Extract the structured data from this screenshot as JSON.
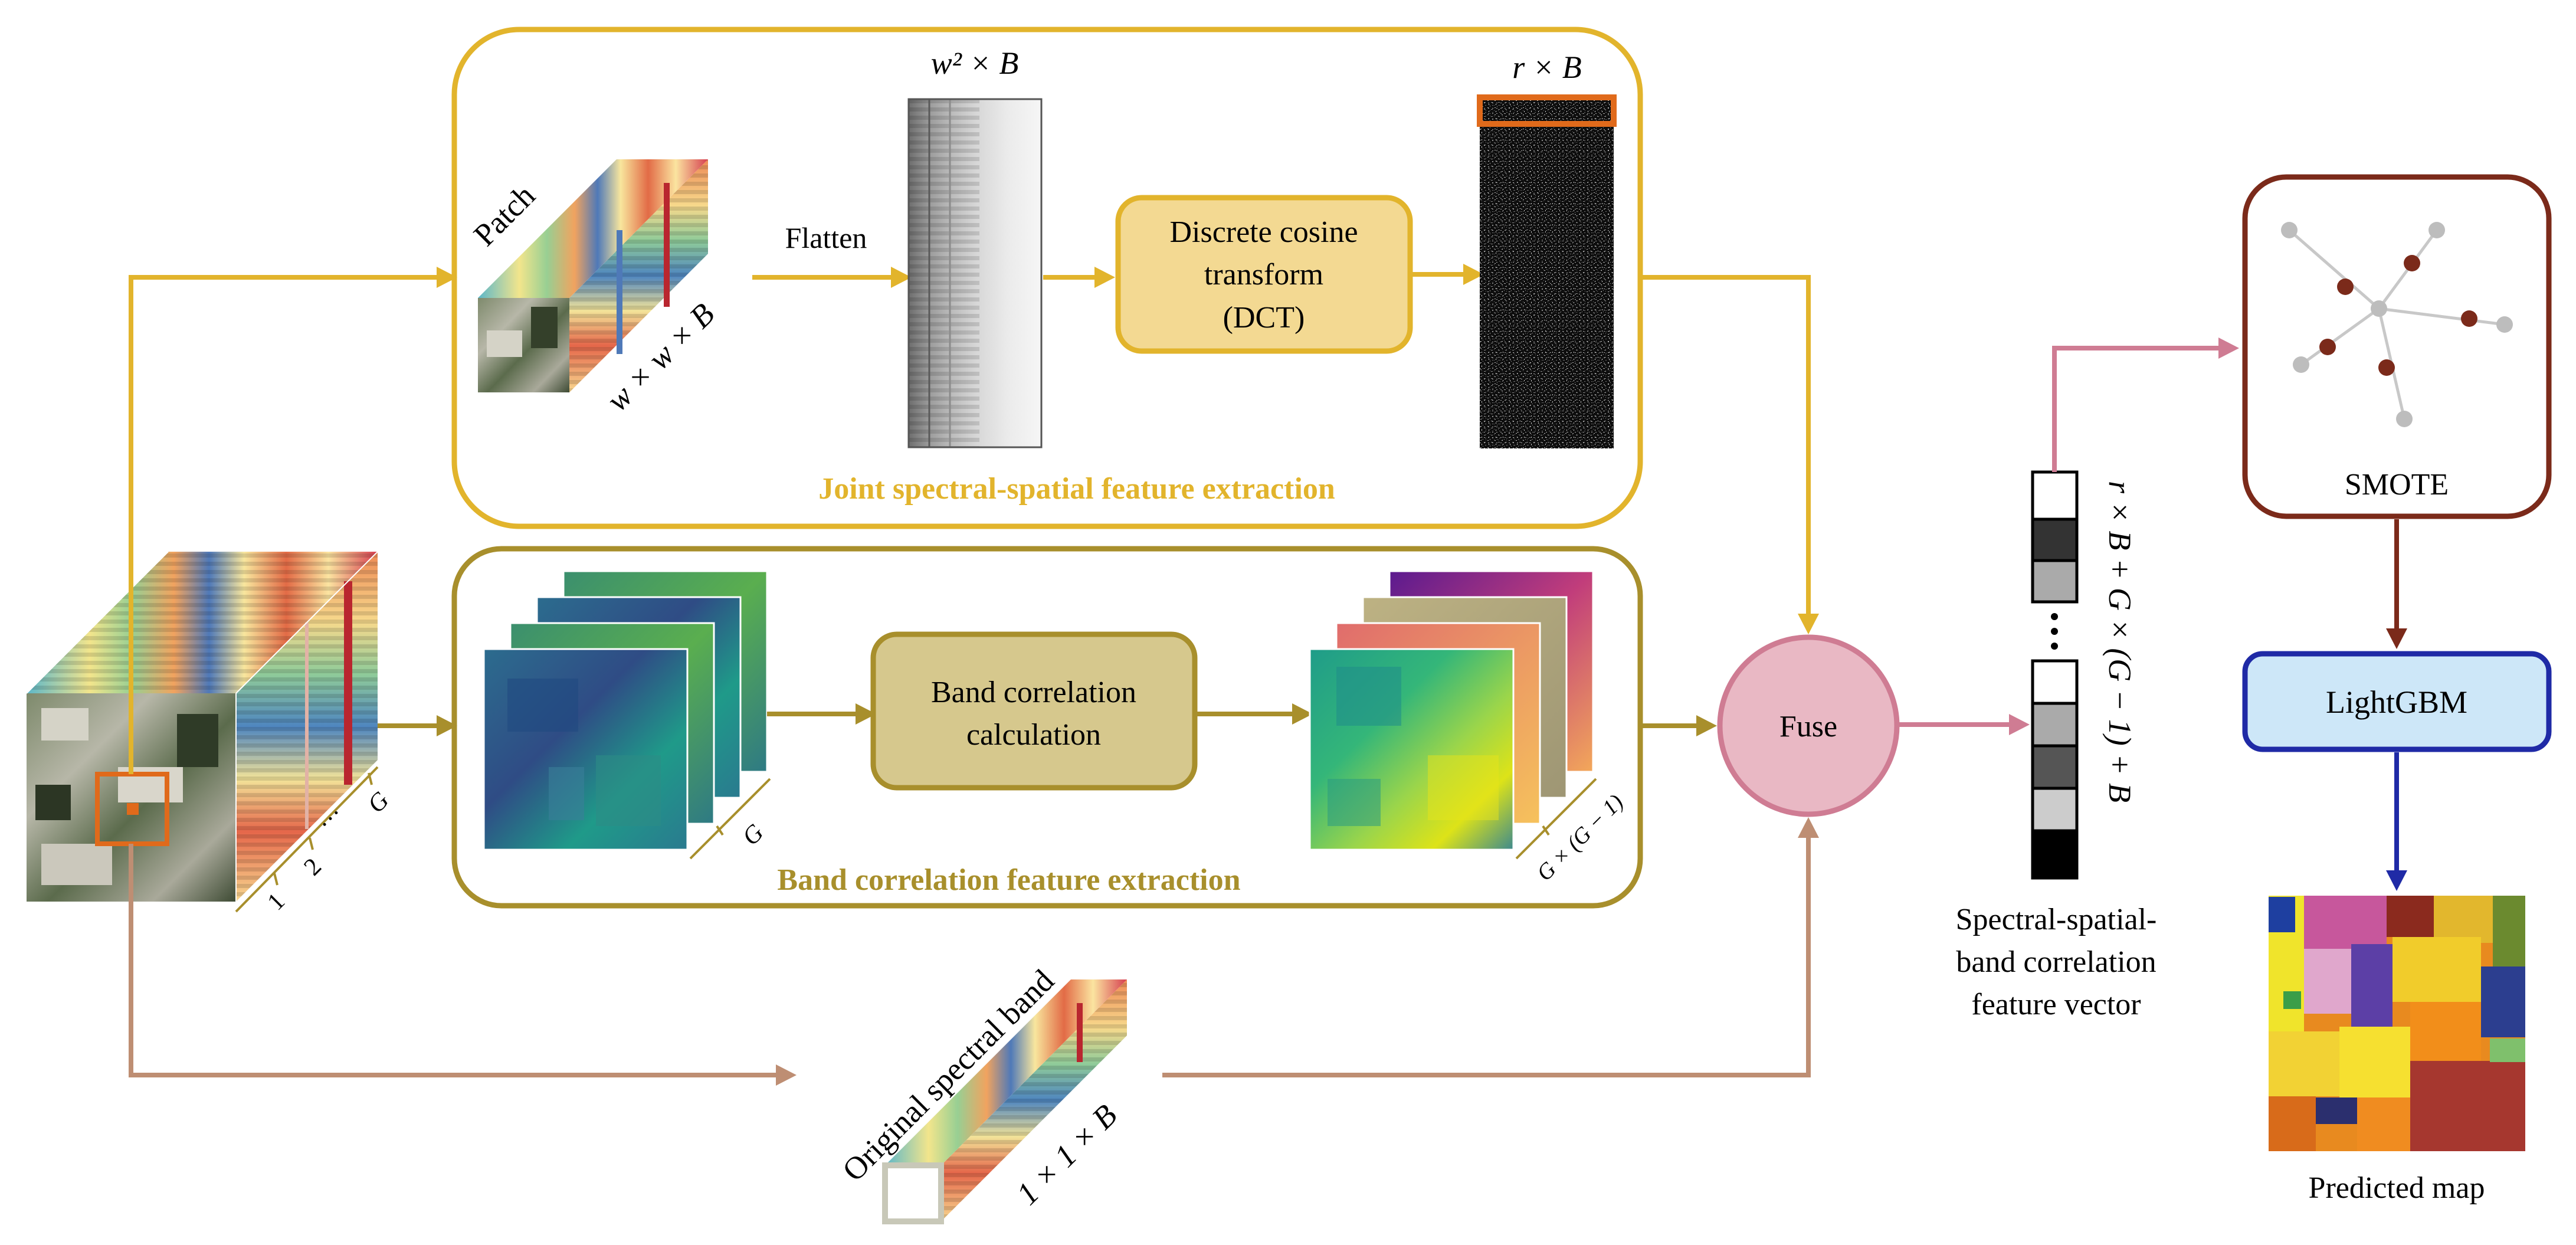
{
  "colors": {
    "gold": "#E2B42C",
    "gold_fill": "#F3D992",
    "olive": "#A88F2C",
    "olive_fill": "#D6C88D",
    "tan": "#BE8E73",
    "pink": "#CF7C93",
    "fuse_fill": "#E9B8C4",
    "brown": "#7B2A1A",
    "navy": "#1F2AA6",
    "lightgbm_fill": "#CDE7F8",
    "orange_highlight": "#E06A1B"
  },
  "icons": {
    "hyperspectral_cube": "hyperspectral-cube-icon",
    "patch_cube": "patch-cube-icon",
    "spectral_matrix": "spectral-matrix-icon",
    "dct_matrix": "dct-matrix-icon",
    "band_images": "band-images-icon",
    "correlation_maps": "correlation-maps-icon",
    "pixel_column": "pixel-column-icon",
    "feature_vector": "feature-vector-icon",
    "smote_graph": "smote-graph-icon",
    "predicted_map": "predicted-map-icon"
  },
  "labels": {
    "cube_tick_1": "1",
    "cube_tick_2": "2",
    "cube_dots": "···",
    "cube_tick_g": "G",
    "patch": "Patch",
    "patch_dims": "w × w × B",
    "flatten": "Flatten",
    "w2b": "w² × B",
    "dct_line1": "Discrete cosine",
    "dct_line2": "transform",
    "dct_line3": "(DCT)",
    "rxb": "r × B",
    "joint_title": "Joint spectral-spatial feature extraction",
    "band_g": "G",
    "band_corr_line1": "Band correlation",
    "band_corr_line2": "calculation",
    "corr_dims": "G × (G − 1)",
    "band_title": "Band correlation feature extraction",
    "original_band": "Original spectral band",
    "pixel_dims": "1 × 1 × B",
    "fuse": "Fuse",
    "vector_dims": "r × B + G × (G − 1) + B",
    "vector_caption_1": "Spectral-spatial-",
    "vector_caption_2": "band correlation",
    "vector_caption_3": "feature vector",
    "smote": "SMOTE",
    "lightgbm": "LightGBM",
    "predicted_map": "Predicted map"
  }
}
